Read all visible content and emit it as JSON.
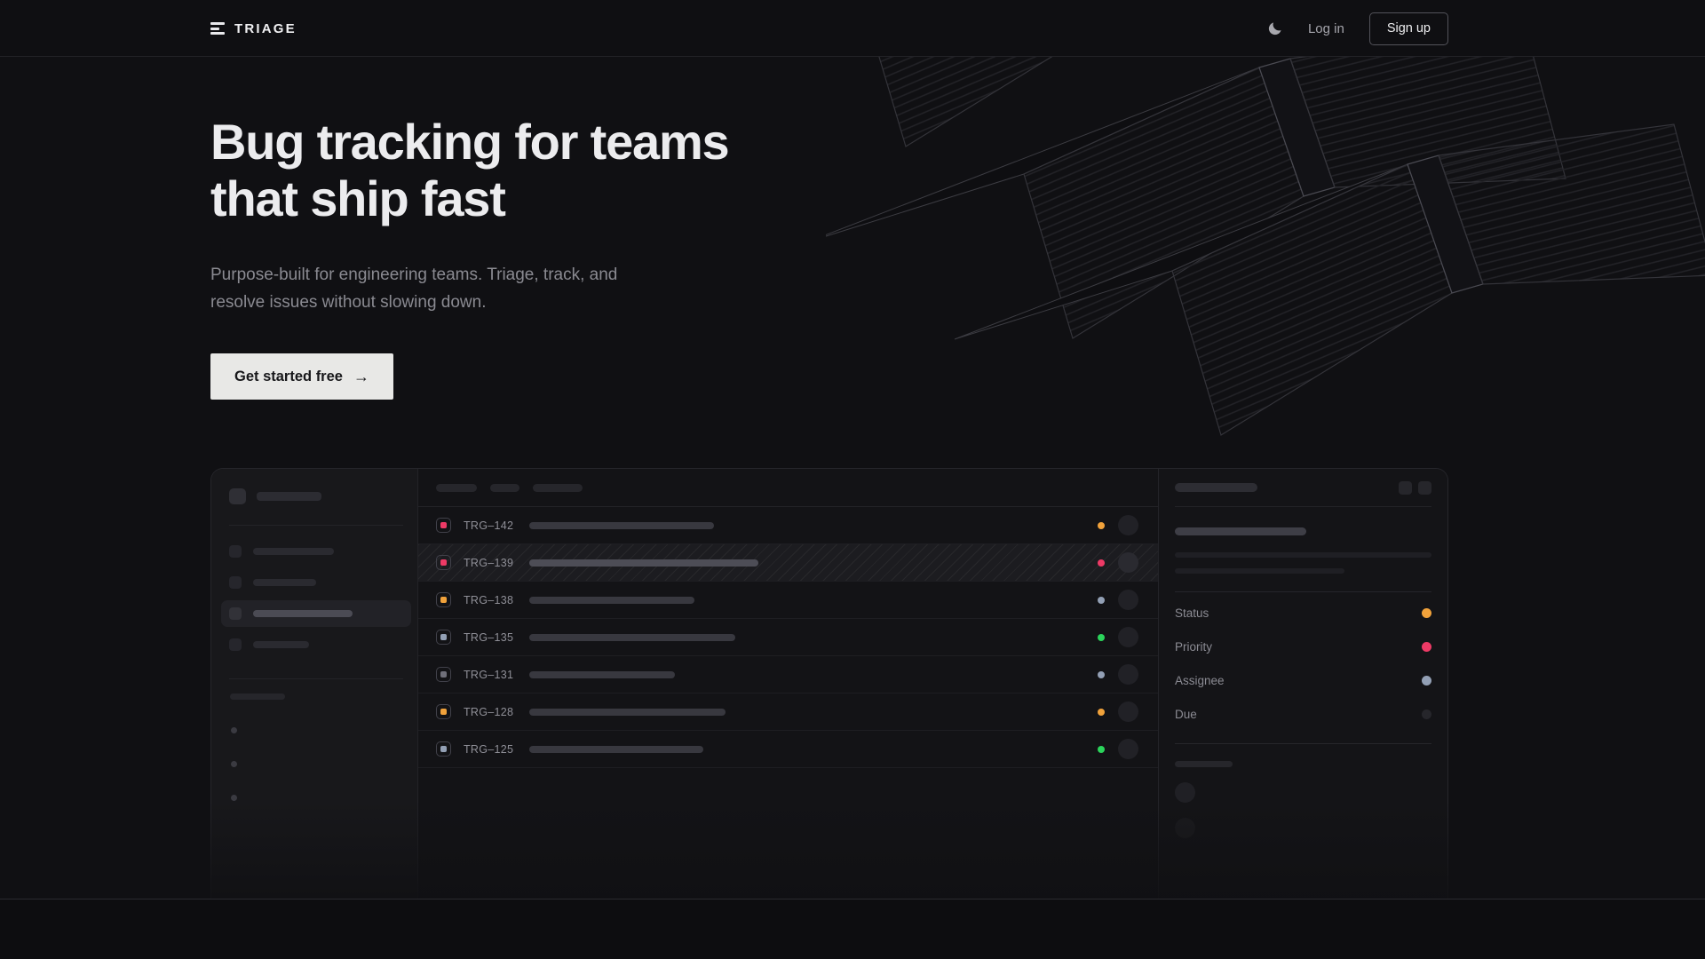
{
  "nav": {
    "brand": "TRIAGE",
    "login_label": "Log in",
    "signup_label": "Sign up"
  },
  "hero": {
    "title_line1": "Bug tracking for teams",
    "title_line2": "that ship fast",
    "subtitle_line1": "Purpose-built for engineering teams. Triage, track, and",
    "subtitle_line2": "resolve issues without slowing down.",
    "cta_label": "Get started free",
    "cta_arrow": "→"
  },
  "mockup": {
    "issues": [
      {
        "id": "TRG–142",
        "accent": "#ee3a66",
        "status_dot": "#f1a23b",
        "title_width": 208,
        "selected": false
      },
      {
        "id": "TRG–139",
        "accent": "#ee3a66",
        "status_dot": "#ee3a66",
        "title_width": 258,
        "selected": true
      },
      {
        "id": "TRG–138",
        "accent": "#f1a23b",
        "status_dot": "#93a0b5",
        "title_width": 186,
        "selected": false
      },
      {
        "id": "TRG–135",
        "accent": "#93a0b5",
        "status_dot": "#2bd45b",
        "title_width": 232,
        "selected": false
      },
      {
        "id": "TRG–131",
        "accent": "#70707a",
        "status_dot": "#93a0b5",
        "title_width": 164,
        "selected": false
      },
      {
        "id": "TRG–128",
        "accent": "#f1a23b",
        "status_dot": "#f1a23b",
        "title_width": 221,
        "selected": false
      },
      {
        "id": "TRG–125",
        "accent": "#93a0b5",
        "status_dot": "#2bd45b",
        "title_width": 196,
        "selected": false
      }
    ],
    "detail_properties": [
      {
        "label": "Status",
        "dot": "#f1a23b"
      },
      {
        "label": "Priority",
        "dot": "#ee3a66"
      },
      {
        "label": "Assignee",
        "dot": "#93a0b5"
      },
      {
        "label": "Due",
        "dot": "#26262b"
      }
    ]
  },
  "colors": {
    "amber": "#f1a23b",
    "pink": "#ee3a66",
    "slate": "#93a0b5",
    "green": "#2bd45b",
    "background": "#101013",
    "cta_background": "#e8e8e6"
  }
}
